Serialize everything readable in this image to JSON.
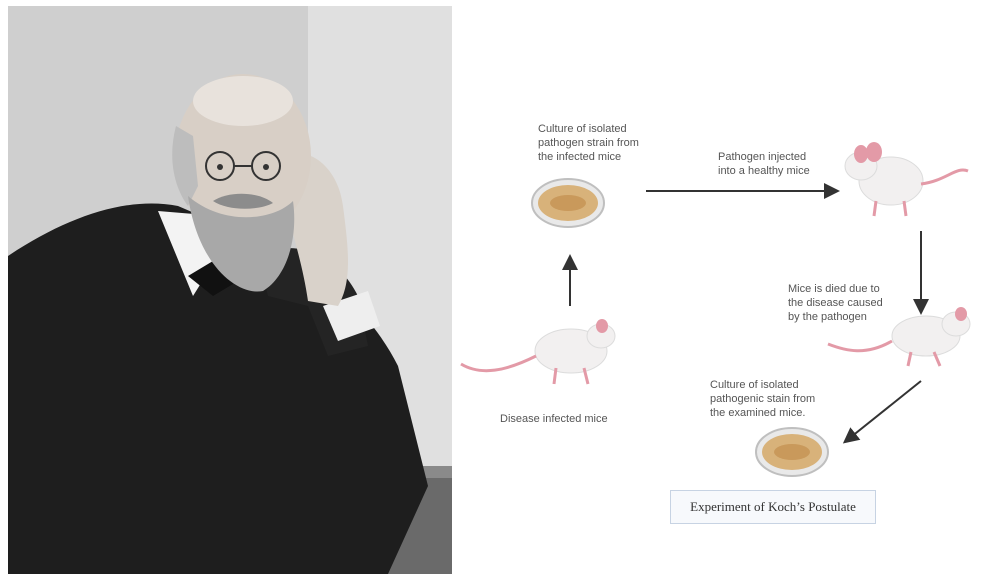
{
  "portrait": {
    "icon": "bearded-scientist-portrait"
  },
  "diagram": {
    "labels": {
      "culture_infected": "Culture of isolated\npathogen strain from\nthe infected mice",
      "pathogen_injected": "Pathogen injected\ninto a healthy mice",
      "mice_died": "Mice is died due to\nthe disease caused\nby the pathogen",
      "culture_examined": "Culture of isolated\npathogenic stain from\nthe examined mice.",
      "disease_infected": "Disease infected mice"
    },
    "caption": "Experiment of Koch’s Postulate",
    "icons": [
      "petri-dish-icon",
      "mouse-icon",
      "arrow-icon"
    ],
    "colors": {
      "dish_fill": "#d8b27a",
      "mouse_body": "#f2f0f0",
      "mouse_pink": "#e39aa7",
      "arrow": "#333333"
    }
  }
}
